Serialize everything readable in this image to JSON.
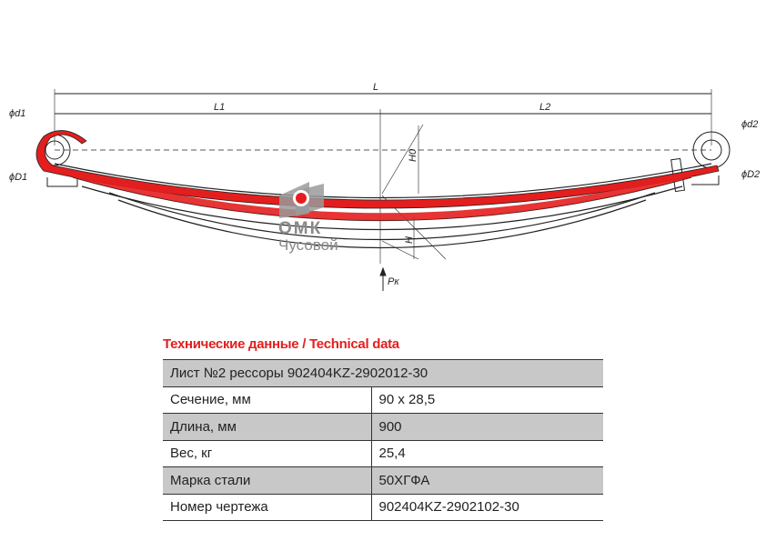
{
  "drawing": {
    "labels": {
      "L": "L",
      "L1": "L1",
      "L2": "L2",
      "H0": "H0",
      "H": "H",
      "Pk": "Pк",
      "d1": "ϕd1",
      "D1": "ϕD1",
      "d2": "ϕd2",
      "D2": "ϕD2"
    },
    "colors": {
      "highlight_leaf": "#e41e1e",
      "logo_gray": "#8a8a8a"
    }
  },
  "logo": {
    "line1": "ОМК",
    "line2": "Чусовой"
  },
  "tech": {
    "title": "Технические данные / Technical data",
    "header": "Лист №2 рессоры 902404KZ-2902012-30",
    "rows": [
      {
        "key": "Сечение, мм",
        "value": "90 x 28,5"
      },
      {
        "key": "Длина, мм",
        "value": "900"
      },
      {
        "key": "Вес, кг",
        "value": "25,4"
      },
      {
        "key": "Марка стали",
        "value": "50ХГФА"
      },
      {
        "key": "Номер чертежа",
        "value": "902404KZ-2902102-30"
      }
    ]
  }
}
